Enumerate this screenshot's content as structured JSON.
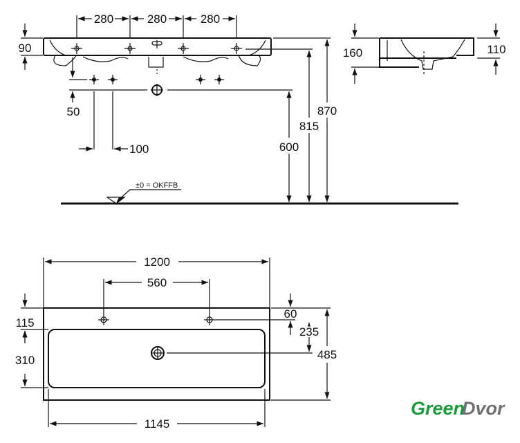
{
  "front_view": {
    "spacing_1": "280",
    "spacing_2": "280",
    "spacing_3": "280",
    "thickness": "90",
    "wall_hole_offset": "50",
    "hole_spacing": "100",
    "drain_height": "600",
    "overflow_height": "815",
    "top_height": "870",
    "floor_label": "±0 = OKFFB"
  },
  "side_view": {
    "depth_total": "160",
    "depth_bowl": "110"
  },
  "plan_view": {
    "width": "1200",
    "tap_spacing": "560",
    "bowl_width": "1145",
    "front_to_bowl": "115",
    "bowl_depth": "310",
    "tap_offset": "60",
    "drain_offset": "235",
    "total_depth": "485"
  },
  "logo": {
    "part1": "Green",
    "part2": "Dvor",
    "color1": "#1a9a3a",
    "color2": "#707070"
  }
}
